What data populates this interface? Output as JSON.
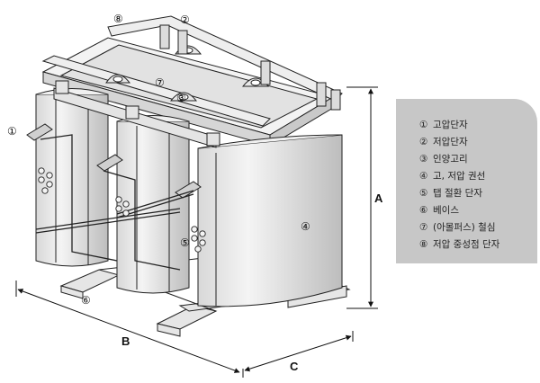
{
  "legend": [
    {
      "num": "①",
      "text": "고압단자"
    },
    {
      "num": "②",
      "text": "저압단자"
    },
    {
      "num": "③",
      "text": "인양고리"
    },
    {
      "num": "④",
      "text": "고, 저압 권선"
    },
    {
      "num": "⑤",
      "text": "탭 절환 단자"
    },
    {
      "num": "⑥",
      "text": "베이스"
    },
    {
      "num": "⑦",
      "text": "(아몰퍼스) 철심"
    },
    {
      "num": "⑧",
      "text": "저압 중성점 단자"
    }
  ],
  "callouts": {
    "c1": "①",
    "c2": "②",
    "c3": "③",
    "c4": "④",
    "c5": "⑤",
    "c6": "⑥",
    "c7": "⑦",
    "c8": "⑧"
  },
  "dimensions": {
    "a": "A",
    "b": "B",
    "c": "C"
  }
}
